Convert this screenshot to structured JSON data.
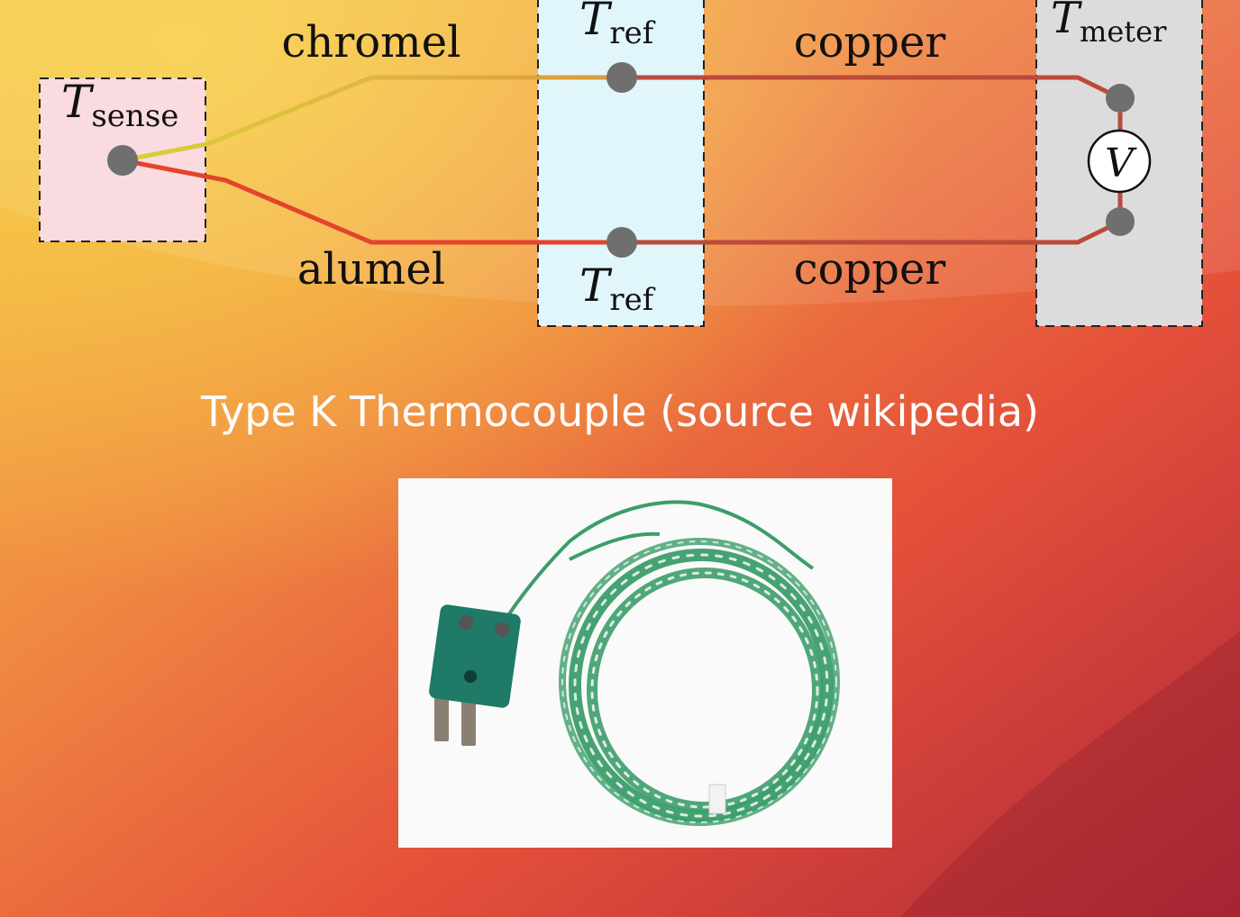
{
  "diagram": {
    "sense_box": {
      "symbol": "T",
      "subscript": "sense"
    },
    "ref_top": {
      "symbol": "T",
      "subscript": "ref"
    },
    "ref_bottom": {
      "symbol": "T",
      "subscript": "ref"
    },
    "meter_box": {
      "symbol": "T",
      "subscript": "meter"
    },
    "voltmeter_symbol": "V",
    "wires": {
      "chromel": "chromel",
      "alumel": "alumel",
      "copper_top": "copper",
      "copper_bottom": "copper"
    },
    "colors": {
      "sense_box_fill": "#f9dbe0",
      "ref_box_fill": "#e0f6fb",
      "meter_box_fill": "#dcdcdc",
      "chromel_wire": "#d2cc3a",
      "alumel_wire": "#e5432c",
      "copper_wire": "#bb4a3a",
      "terminal": "#6f6f6f"
    }
  },
  "caption": "Type K Thermocouple (source wikipedia)",
  "photo": {
    "connector_color": "#1f7a68",
    "wire_color": "#3c9d6a"
  }
}
